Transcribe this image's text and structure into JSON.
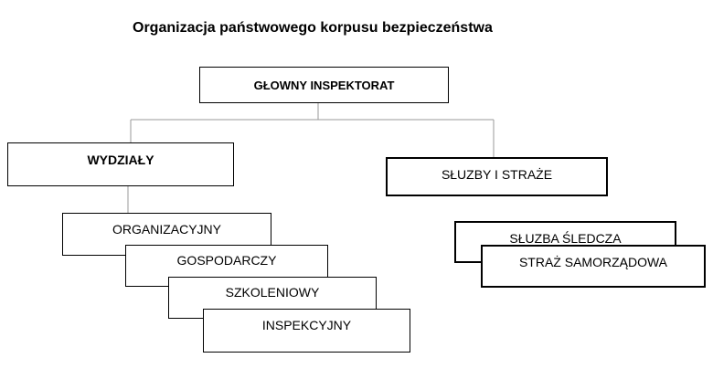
{
  "title": "Organizacja państwowego korpusu bezpieczeństwa",
  "top": "GŁOWNY INSPEKTORAT",
  "left_branch": {
    "label": "WYDZIAŁY",
    "items": [
      "ORGANIZACYJNY",
      "GOSPODARCZY",
      "SZKOLENIOWY",
      "INSPEKCYJNY"
    ]
  },
  "right_branch": {
    "label": "SŁUZBY I STRAŻE",
    "items": [
      "SŁUZBA ŚLEDCZA",
      "STRAŻ SAMORZĄDOWA"
    ]
  }
}
